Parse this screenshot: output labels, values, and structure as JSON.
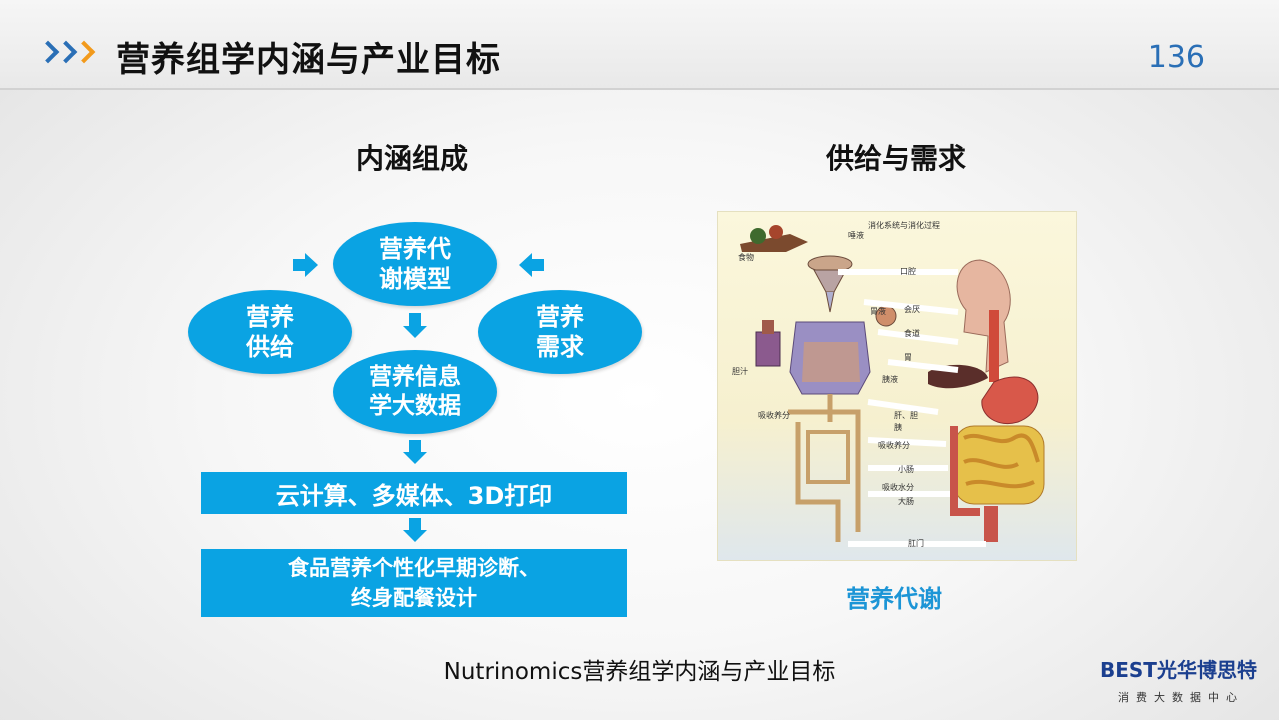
{
  "header": {
    "title": "营养组学内涵与产业目标",
    "page_number": "136"
  },
  "left_section": {
    "title": "内涵组成",
    "nodes": {
      "metabolism_model": "营养代\n谢模型",
      "supply": "营养\n供给",
      "demand": "营养\n需求",
      "big_data": "营养信息\n学大数据"
    },
    "bars": {
      "technologies": "云计算、多媒体、3D打印",
      "applications": "食品营养个性化早期诊断、\n终身配餐设计"
    }
  },
  "right_section": {
    "title": "供给与需求",
    "diagram_labels": {
      "heading": "消化系统与消化过程",
      "food": "食物",
      "saliva": "唾液",
      "mouth": "口腔",
      "throat": "会厌",
      "esophagus": "食道",
      "stomach": "胃",
      "gastric_juice": "胃液",
      "pancreatic_juice": "胰液",
      "liver": "肝、胆",
      "pancreas": "胰",
      "bile": "胆汁",
      "absorb_nutrients": "吸收养分",
      "small_intestine": "小肠",
      "absorb_water": "吸收水分",
      "large_intestine": "大肠",
      "anus": "肛门",
      "absorb_side": "吸收养分"
    },
    "caption": "营养代谢"
  },
  "footer": {
    "text": "Nutrinomics营养组学内涵与产业目标",
    "logo_main": "BEST光华博思特",
    "logo_sub": "消费大数据中心"
  },
  "colors": {
    "accent_blue": "#0aa3e3",
    "title_blue": "#2a6fb6",
    "chevron_orange": "#f29a1c",
    "caption_blue": "#1c95d6"
  }
}
